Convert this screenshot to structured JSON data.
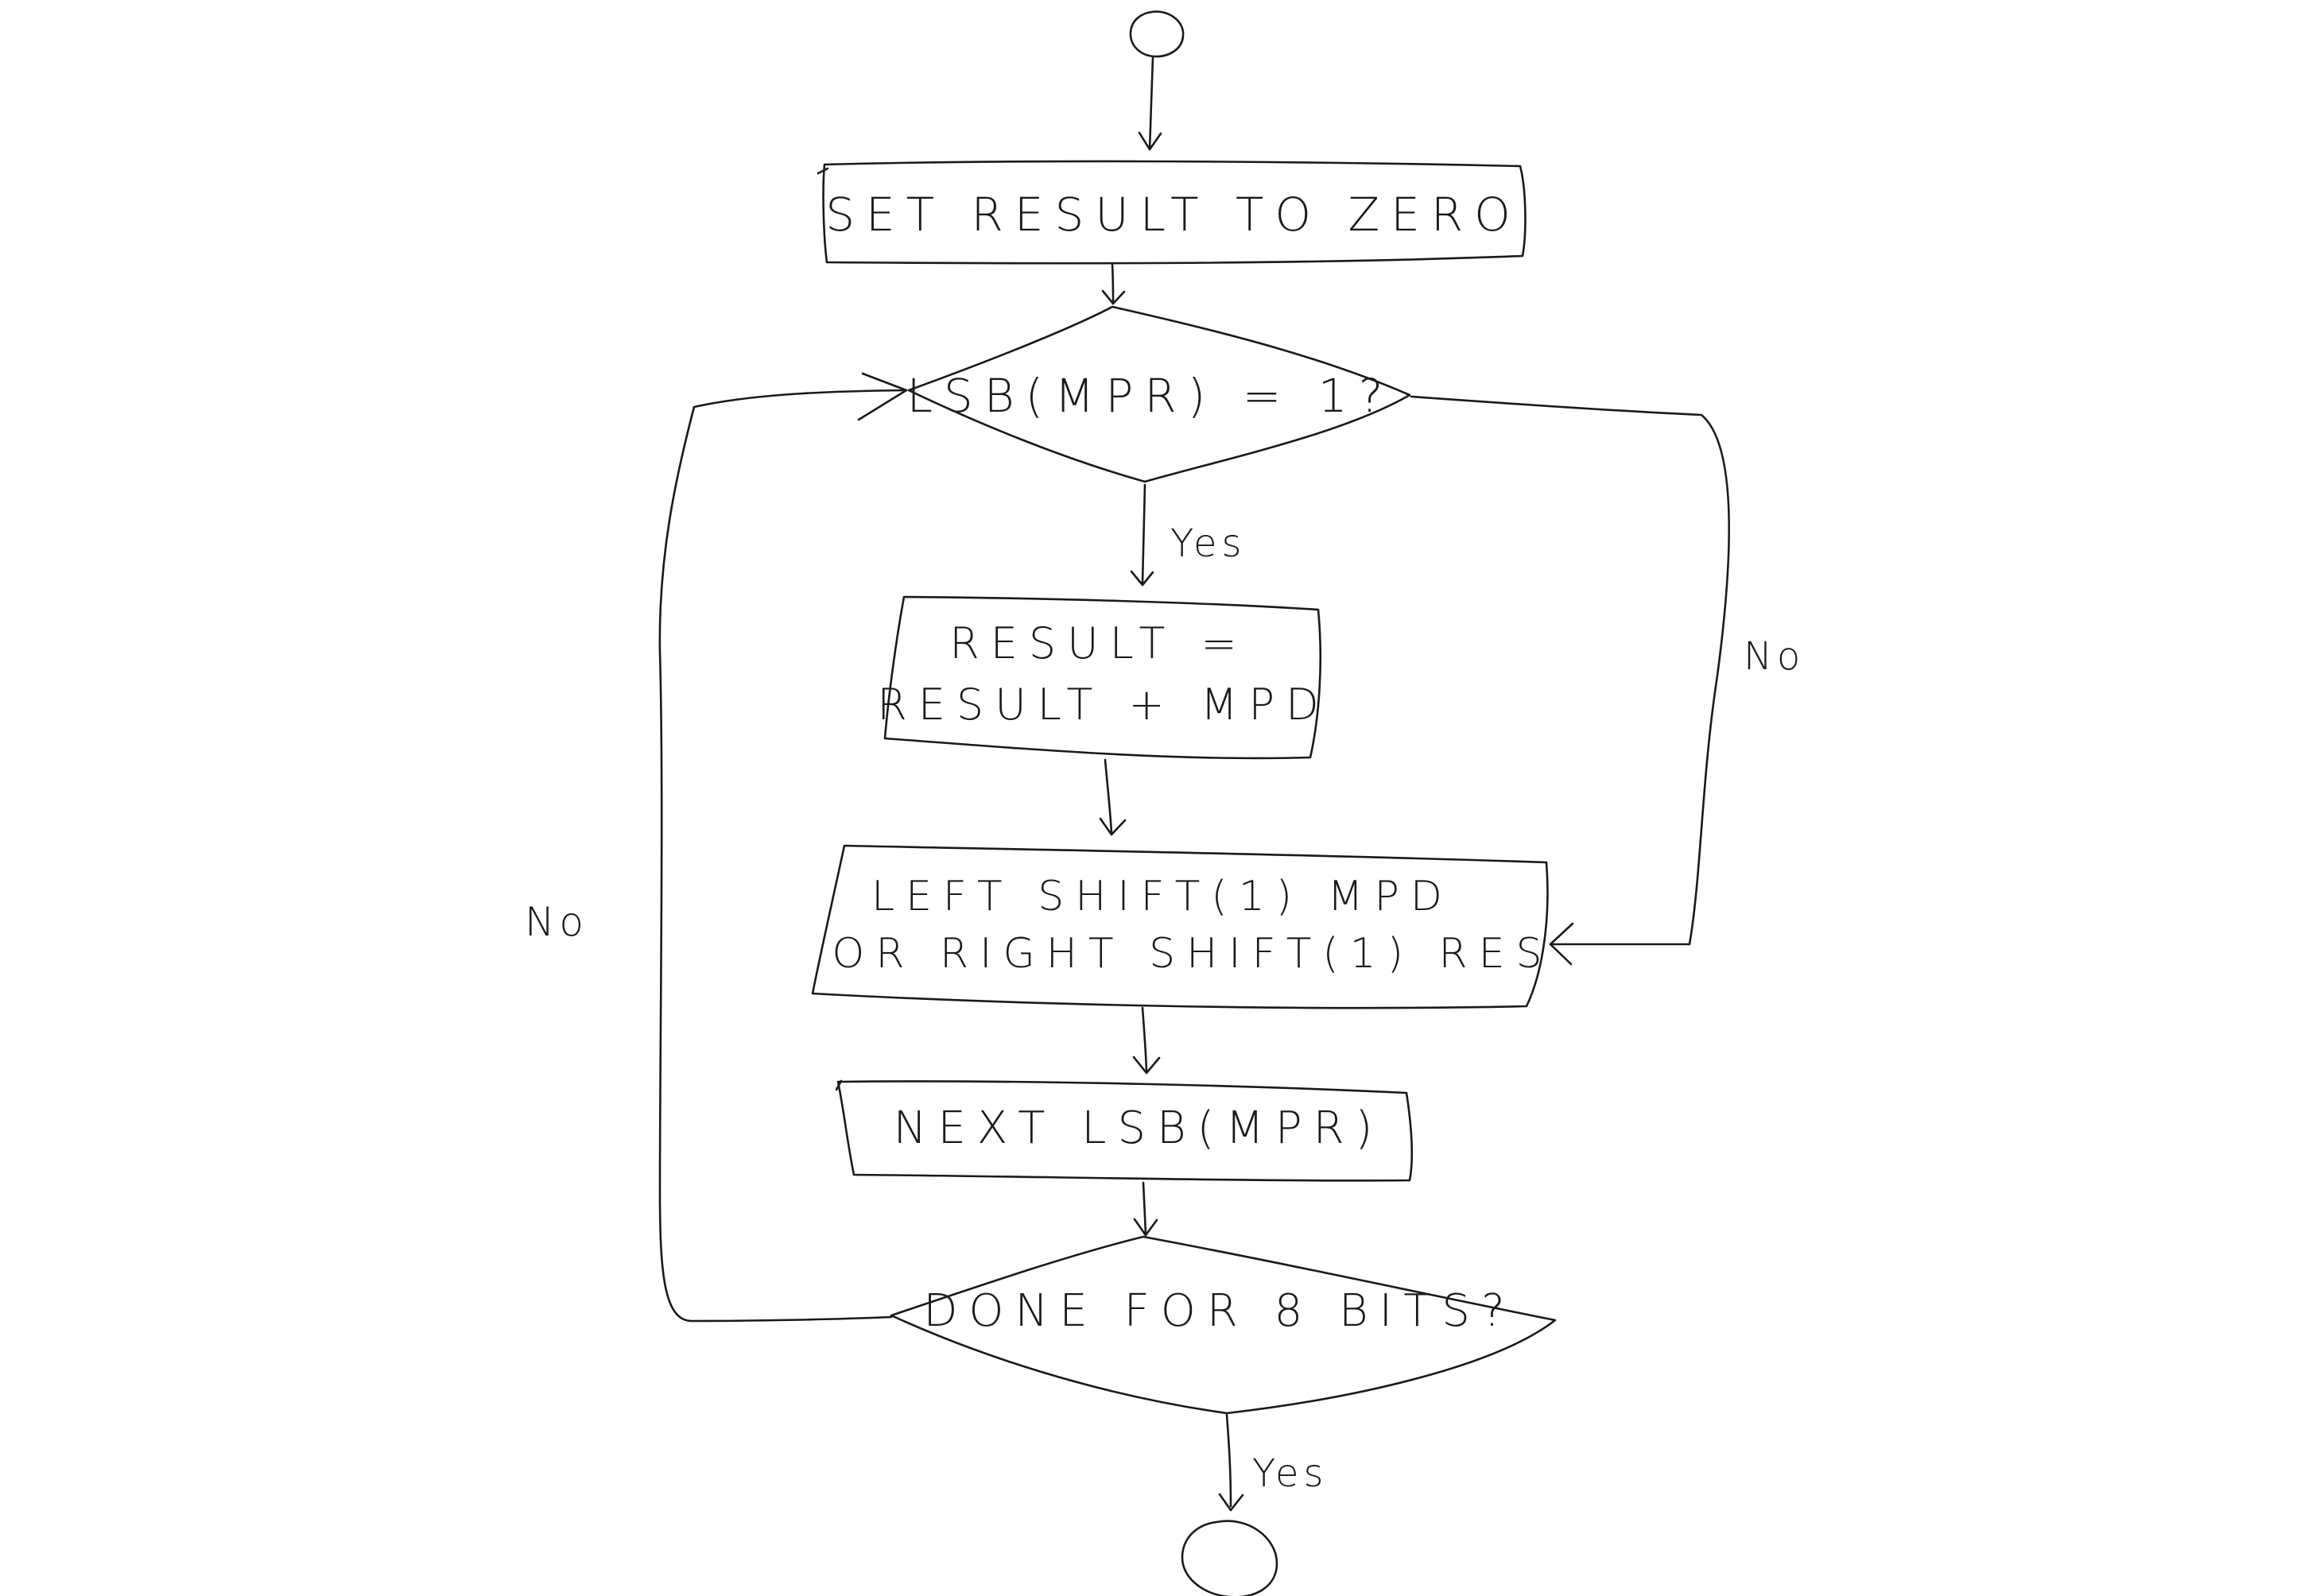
{
  "diagram": {
    "type": "flowchart",
    "nodes": {
      "start": {
        "shape": "circle",
        "label": ""
      },
      "set_result": {
        "shape": "process",
        "label": "SET RESULT TO ZERO"
      },
      "check_lsb": {
        "shape": "decision",
        "label": "LSB(MPR) = 1?"
      },
      "add": {
        "shape": "process",
        "label_line1": "RESULT =",
        "label_line2": "RESULT + MPD"
      },
      "shift": {
        "shape": "process",
        "label_line1": "LEFT SHIFT(1) MPD",
        "label_line2": "OR RIGHT SHIFT(1) RES"
      },
      "next_lsb": {
        "shape": "process",
        "label": "NEXT LSB(MPR)"
      },
      "done_check": {
        "shape": "decision",
        "label": "DONE FOR 8 BITS?"
      },
      "end": {
        "shape": "circle",
        "label": ""
      }
    },
    "edges": {
      "check_to_add": {
        "from": "check_lsb",
        "to": "add",
        "label": "Yes"
      },
      "check_to_shift": {
        "from": "check_lsb",
        "to": "shift",
        "label": "No"
      },
      "done_to_check": {
        "from": "done_check",
        "to": "check_lsb",
        "label": "No"
      },
      "done_to_end": {
        "from": "done_check",
        "to": "end",
        "label": "Yes"
      }
    }
  }
}
